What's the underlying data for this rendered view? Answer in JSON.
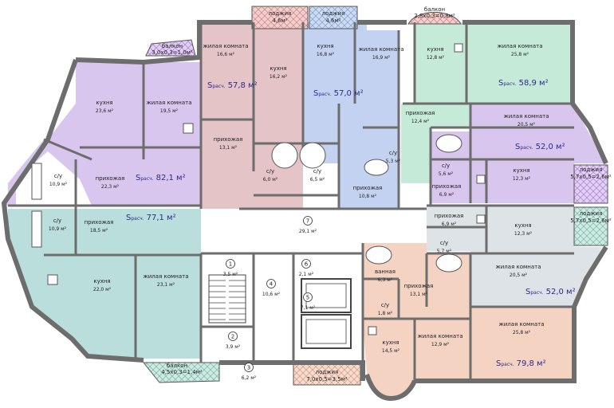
{
  "colors": {
    "violet": "#d9c6ef",
    "green": "#c6ead8",
    "teal": "#b9dedb",
    "blue": "#c4d2f2",
    "pink": "#e5c4c7",
    "peach": "#f4d3c3",
    "grey": "#dde3e6",
    "corridor": "#ffffff",
    "wall": "#6d6d6d",
    "loggia_red": "#e8b4b4",
    "loggia_blue": "#aec6ea",
    "loggia_violet": "#c9a6e6",
    "loggia_teal": "#a8d8cc",
    "area_text": "#2b2b8c"
  },
  "balconies": {
    "b1": {
      "title": "балкон",
      "size": "3,0х0,3=1,0м²"
    },
    "b2": {
      "title": "балкон",
      "size": "2,8х0,3=0,8м²"
    },
    "b3": {
      "title": "балкон",
      "size": "4,5х0,3=1,4м²"
    }
  },
  "loggias": {
    "l1": {
      "title": "лоджия",
      "size": "4,6м²"
    },
    "l2": {
      "title": "лоджия",
      "size": "4,6м²"
    },
    "l3": {
      "title": "лоджия",
      "size": "5,7х0,5=2,6м²"
    },
    "l4": {
      "title": "лоджия",
      "size": "5,7х0,5=2,6м²"
    },
    "l5": {
      "title": "лоджия",
      "size": "7,0х0,5=3,5м²"
    }
  },
  "apartments": {
    "a1": {
      "area": "S",
      "sub": "расч.",
      "value": "82,1 м²"
    },
    "a2": {
      "area": "S",
      "sub": "расч.",
      "value": "77,1 м²"
    },
    "a3": {
      "area": "S",
      "sub": "расч.",
      "value": "57,8 м²"
    },
    "a4": {
      "area": "S",
      "sub": "расч.",
      "value": "57,0 м²"
    },
    "a5": {
      "area": "S",
      "sub": "расч.",
      "value": "58,9 м²"
    },
    "a6": {
      "area": "S",
      "sub": "расч.",
      "value": "52,0 м²"
    },
    "a7": {
      "area": "S",
      "sub": "расч.",
      "value": "52,0 м²"
    },
    "a8": {
      "area": "S",
      "sub": "расч.",
      "value": "79,8 м²"
    }
  },
  "rooms": [
    {
      "id": "kitchen-23-6",
      "name": "кухня",
      "area": "23,6 м²"
    },
    {
      "id": "living-19-5",
      "name": "жилая комната",
      "area": "19,5 м²"
    },
    {
      "id": "su-10-9a",
      "name": "с/у",
      "area": "10,9 м²"
    },
    {
      "id": "hall-22-3",
      "name": "прихожая",
      "area": "22,3 м²"
    },
    {
      "id": "su-10-9b",
      "name": "с/у",
      "area": "10,9 м²"
    },
    {
      "id": "hall-18-5",
      "name": "прихожая",
      "area": "18,5 м²"
    },
    {
      "id": "kitchen-22-0",
      "name": "кухня",
      "area": "22,0 м²"
    },
    {
      "id": "living-23-1",
      "name": "жилая комната",
      "area": "23,1 м²"
    },
    {
      "id": "living-16-6",
      "name": "жилая комната",
      "area": "16,6 м²"
    },
    {
      "id": "kitchen-16-2",
      "name": "кухня",
      "area": "16,2 м²"
    },
    {
      "id": "hall-13-1",
      "name": "прихожая",
      "area": "13,1 м²"
    },
    {
      "id": "su-6-0",
      "name": "с/у",
      "area": "6,0 м²"
    },
    {
      "id": "kitchen-16-8",
      "name": "кухня",
      "area": "16,8 м²"
    },
    {
      "id": "living-16-9",
      "name": "жилая комната",
      "area": "16,9 м²"
    },
    {
      "id": "su-6-5",
      "name": "с/у",
      "area": "6,5 м²"
    },
    {
      "id": "hall-10-8",
      "name": "прихожая",
      "area": "10,8 м²"
    },
    {
      "id": "kitchen-12-8",
      "name": "кухня",
      "area": "12,8 м²"
    },
    {
      "id": "living-25-8a",
      "name": "жилая комната",
      "area": "25,8 м²"
    },
    {
      "id": "hall-12-4",
      "name": "прихожая",
      "area": "12,4 м²"
    },
    {
      "id": "su-5-3",
      "name": "с/у",
      "area": "5,3 м²"
    },
    {
      "id": "living-20-5a",
      "name": "жилая комната",
      "area": "20,5 м²"
    },
    {
      "id": "su-5-6",
      "name": "с/у",
      "area": "5,6 м²"
    },
    {
      "id": "kitchen-12-3a",
      "name": "кухня",
      "area": "12,3 м²"
    },
    {
      "id": "hall-6-9a",
      "name": "прихожая",
      "area": "6,9 м²"
    },
    {
      "id": "hall-6-9b",
      "name": "прихожая",
      "area": "6,9 м²"
    },
    {
      "id": "kitchen-12-3b",
      "name": "кухня",
      "area": "12,3 м²"
    },
    {
      "id": "su-5-7",
      "name": "с/у",
      "area": "5,7 м²"
    },
    {
      "id": "living-20-5b",
      "name": "жилая комната",
      "area": "20,5 м²"
    },
    {
      "id": "bath-6-3",
      "name": "ванная",
      "area": "6,3 м²"
    },
    {
      "id": "hall-13-1b",
      "name": "прихожая",
      "area": "13,1 м²"
    },
    {
      "id": "su-1-8",
      "name": "с/у",
      "area": "1,8 м²"
    },
    {
      "id": "kitchen-14-5",
      "name": "кухня",
      "area": "14,5 м²"
    },
    {
      "id": "living-12-9",
      "name": "жилая комната",
      "area": "12,9 м²"
    },
    {
      "id": "living-25-8b",
      "name": "жилая комната",
      "area": "25,8 м²"
    }
  ],
  "common": [
    {
      "num": "1",
      "area": "3,5 м²"
    },
    {
      "num": "2",
      "area": "3,9 м²"
    },
    {
      "num": "3",
      "area": "6,2 м²"
    },
    {
      "num": "4",
      "area": "10,6 м²"
    },
    {
      "num": "5",
      "area": "7,1 м²"
    },
    {
      "num": "6",
      "area": "2,1 м²"
    },
    {
      "num": "7",
      "area": "29,1 м²"
    }
  ]
}
